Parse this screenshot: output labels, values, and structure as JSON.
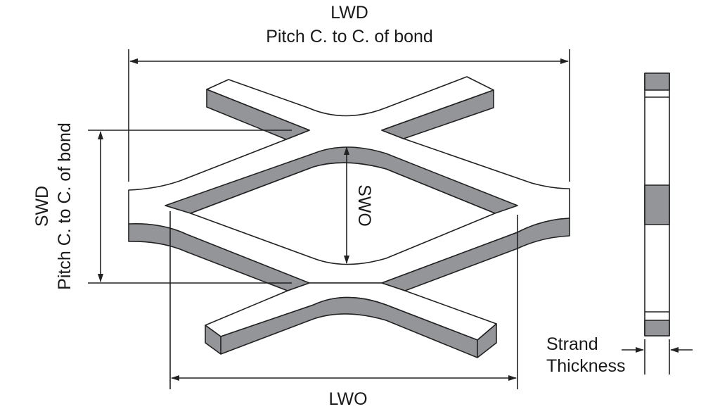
{
  "title": "Expanded metal mesh dimensions",
  "labels": {
    "lwd": "LWD",
    "lwd_desc": "Pitch C. to C. of bond",
    "swd": "SWD",
    "swd_desc": "Pitch C. to C. of bond",
    "swo": "SWO",
    "lwo": "LWO",
    "strand": "Strand",
    "thickness": "Thickness"
  },
  "colors": {
    "strand_side": "#939598",
    "line": "#222222"
  }
}
